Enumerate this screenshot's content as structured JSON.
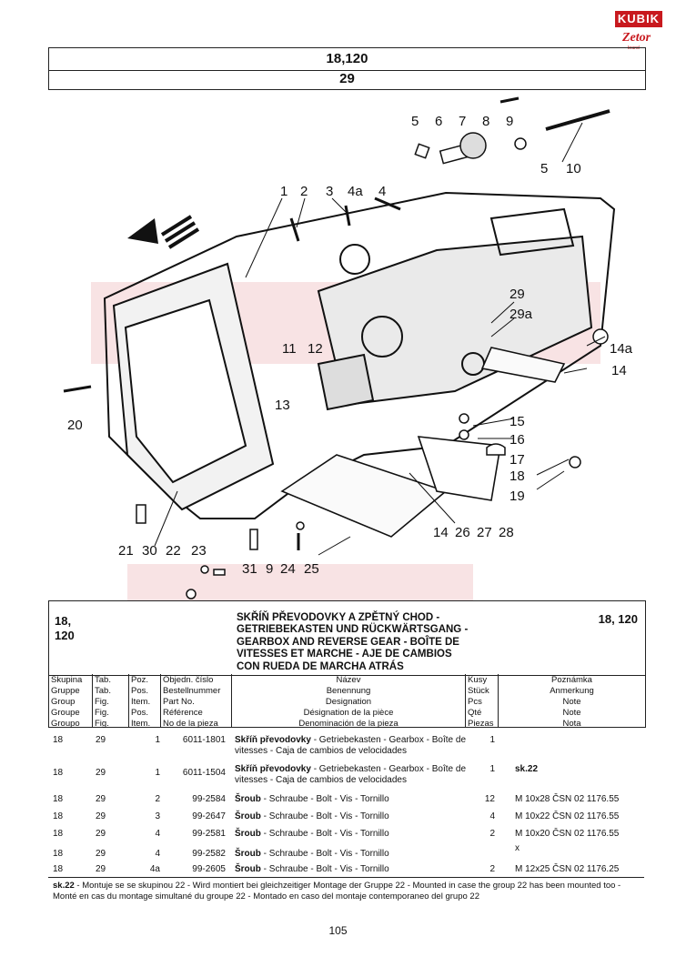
{
  "brand": {
    "name": "KUBIK",
    "sub": "Zetor",
    "tag": "brand"
  },
  "header": {
    "group": "18,120",
    "table": "29"
  },
  "callouts": [
    "1",
    "2",
    "3",
    "4a",
    "4",
    "5",
    "6",
    "7",
    "8",
    "9",
    "5",
    "10",
    "29",
    "29a",
    "14a",
    "14",
    "11",
    "12",
    "13",
    "20",
    "15",
    "16",
    "17",
    "18",
    "19",
    "14",
    "26",
    "27",
    "28",
    "21",
    "30",
    "22",
    "23",
    "31",
    "9",
    "24",
    "25"
  ],
  "description": {
    "group_line1": "18,",
    "group_line2": "120",
    "group_right": "18, 120",
    "title": [
      "SKŘÍŇ PŘEVODOVKY A ZPĚTNÝ CHOD -",
      "GETRIEBEKASTEN UND RÜCKWÄRTSGANG -",
      "GEARBOX AND REVERSE GEAR - BOÎTE DE",
      "VITESSES ET MARCHE - AJE DE CAMBIOS",
      "CON RUEDA DE MARCHA ATRÁS"
    ]
  },
  "columns": {
    "skupina": [
      "Skupina",
      "Gruppe",
      "Group",
      "Groupe",
      "Groupo"
    ],
    "tab": [
      "Tab.",
      "Tab.",
      "Fig.",
      "Fig.",
      "Fig."
    ],
    "poz": [
      "Poz.",
      "Pos.",
      "Item.",
      "Pos.",
      "Item."
    ],
    "cislo": [
      "Objedn. číslo",
      "Bestellnummer",
      "Part No.",
      "Référence",
      "No de la pieza"
    ],
    "nazev": [
      "Název",
      "Benennung",
      "Designation",
      "Désignation de la pièce",
      "Denominación de la pieza"
    ],
    "kusy": [
      "Kusy",
      "Stück",
      "Pcs",
      "Qté",
      "Piezas"
    ],
    "poznamka": [
      "Poznámka",
      "Anmerkung",
      "Note",
      "Note",
      "Nota"
    ]
  },
  "rows": [
    {
      "g": "18",
      "t": "29",
      "p": "1",
      "n": "6011-1801",
      "bold": "Skříň převodovky",
      "rest": " - Getriebekasten - Gearbox - Boîte de vitesses - Caja de cambios de velocidades",
      "q": "1",
      "note": ""
    },
    {
      "g": "18",
      "t": "29",
      "p": "1",
      "n": "6011-1504",
      "bold": "Skříň převodovky",
      "rest": " - Getriebekasten - Gearbox - Boîte de vitesses - Caja de cambios de velocidades",
      "q": "1",
      "note": "sk.22"
    },
    {
      "g": "18",
      "t": "29",
      "p": "2",
      "n": "99-2584",
      "bold": "Šroub",
      "rest": " - Schraube - Bolt - Vis - Tornillo",
      "q": "12",
      "note": "M 10x28 ČSN 02 1176.55"
    },
    {
      "g": "18",
      "t": "29",
      "p": "3",
      "n": "99-2647",
      "bold": "Šroub",
      "rest": " - Schraube - Bolt - Vis - Tornillo",
      "q": "4",
      "note": "M 10x22 ČSN 02 1176.55"
    },
    {
      "g": "18",
      "t": "29",
      "p": "4",
      "n": "99-2581",
      "bold": "Šroub",
      "rest": " - Schraube - Bolt - Vis - Tornillo",
      "q": "2",
      "note": "M 10x20 ČSN 02 1176.55"
    },
    {
      "g": "18",
      "t": "29",
      "p": "4",
      "n": "99-2582",
      "bold": "Šroub",
      "rest": " - Schraube - Bolt - Vis - Tornillo",
      "q": "",
      "note": "x"
    },
    {
      "g": "18",
      "t": "29",
      "p": "4a",
      "n": "99-2605",
      "bold": "Šroub",
      "rest": " - Schraube - Bolt - Vis - Tornillo",
      "q": "2",
      "note": "M 12x25 ČSN 02 1176.25"
    }
  ],
  "footnote_bold": "sk.22",
  "footnote": " - Montuje se se skupinou 22 - Wird montiert bei gleichzeitiger Montage der Gruppe 22 - Mounted in case the group 22 has been mounted too - Monté en cas du montage simultané du groupe 22 - Montado en caso del montaje contemporaneo del grupo 22",
  "page_number": "105"
}
